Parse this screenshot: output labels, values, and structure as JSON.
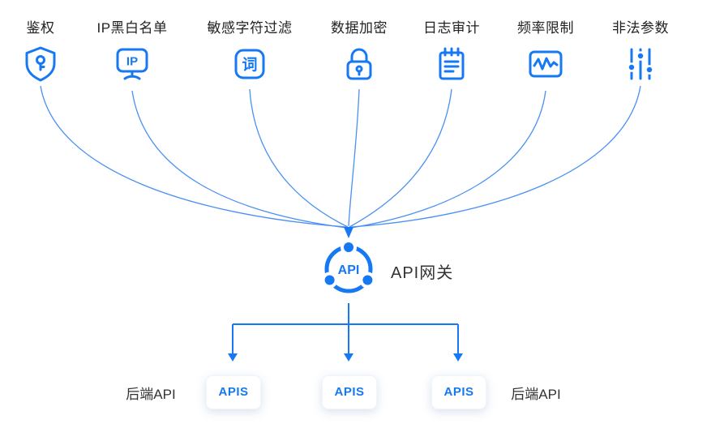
{
  "colors": {
    "primary": "#1678F2",
    "curve": "#4A90F4",
    "text_dark": "#222222"
  },
  "features": [
    {
      "label": "鉴权",
      "icon": "shield-key-icon"
    },
    {
      "label": "IP黑白名单",
      "icon": "ip-list-icon",
      "icon_text": "IP"
    },
    {
      "label": "敏感字符过滤",
      "icon": "word-filter-icon",
      "icon_text": "词"
    },
    {
      "label": "数据加密",
      "icon": "lock-icon"
    },
    {
      "label": "日志审计",
      "icon": "log-audit-icon"
    },
    {
      "label": "频率限制",
      "icon": "rate-limit-icon"
    },
    {
      "label": "非法参数",
      "icon": "params-slider-icon"
    }
  ],
  "gateway": {
    "label": "API网关",
    "icon_text": "API"
  },
  "api_boxes": [
    "APIS",
    "APIS",
    "APIS"
  ],
  "backend": {
    "left_label": "后端API",
    "right_label": "后端API"
  }
}
